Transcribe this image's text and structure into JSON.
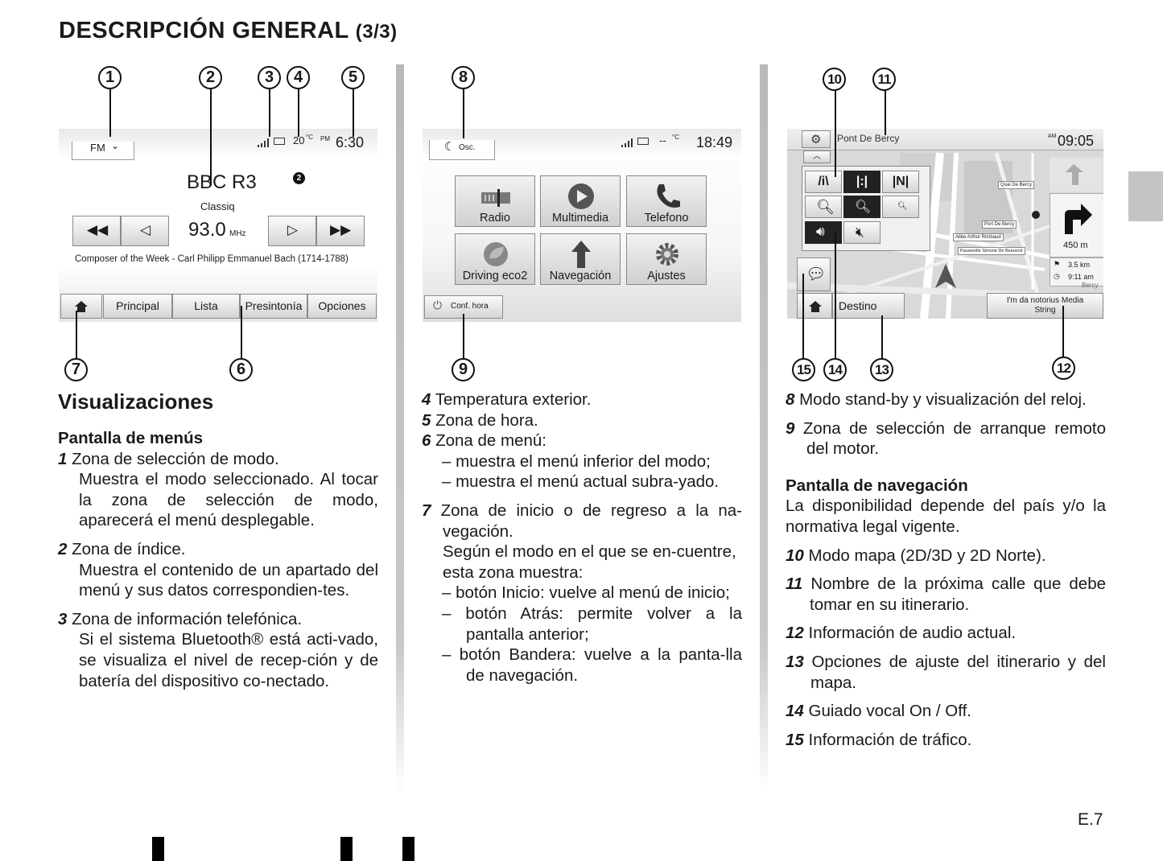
{
  "page": {
    "title": "DESCRIPCIÓN GENERAL",
    "title_part": "(3/3)",
    "page_number": "E.7"
  },
  "callouts": [
    "1",
    "2",
    "3",
    "4",
    "5",
    "6",
    "7",
    "8",
    "9",
    "10",
    "11",
    "12",
    "13",
    "14",
    "15"
  ],
  "screen1": {
    "mode": "FM",
    "temp": "20",
    "temp_unit": "°C",
    "ampm": "PM",
    "time": "6:30",
    "station": "BBC R3",
    "genre": "Classiq",
    "frequency": "93.0",
    "freq_unit": "MHz",
    "badge": "2",
    "radiotext": "Composer of the Week - Carl Philipp Emmanuel Bach (1714-1788)",
    "tabs": [
      "Principal",
      "Lista",
      "Presintonía",
      "Opciones"
    ]
  },
  "screen2": {
    "mode": "Osc.",
    "temp": "--",
    "temp_unit": "°C",
    "time": "18:49",
    "tiles": [
      "Radio",
      "Multimedia",
      "Telefono",
      "Driving eco2",
      "Navegación",
      "Ajustes"
    ],
    "bottom_button": "Conf. hora"
  },
  "screen3": {
    "street": "Pont De Bercy",
    "ampm": "AM",
    "time": "09:05",
    "distance": "450 m",
    "remaining": "3.5 km",
    "eta": "9:11 am",
    "destination_label": "Destino",
    "audio_info": "I'm da notorius Media String",
    "map_labels": [
      "Quai De Bercy",
      "Port De Bercy",
      "Allée Arthur Rimbaud",
      "Passerelle Simone De Beauvoir",
      "Bercy"
    ]
  },
  "col1": {
    "heading": "Visualizaciones",
    "subheading": "Pantalla de menús",
    "i1_num": "1",
    "i1_text": "Zona de selección de modo.",
    "i1_desc": "Muestra el modo seleccionado. Al tocar la zona de selección de modo, aparecerá el menú desplegable.",
    "i2_num": "2",
    "i2_text": "Zona de índice.",
    "i2_desc": "Muestra el contenido de un apartado del menú y sus datos correspondien-tes.",
    "i3_num": "3",
    "i3_text": "Zona de información telefónica.",
    "i3_desc": "Si el sistema Bluetooth® está acti-vado, se visualiza el nivel de recep-ción y de batería del dispositivo co-nectado."
  },
  "col2": {
    "i4_num": "4",
    "i4_text": "Temperatura exterior.",
    "i5_num": "5",
    "i5_text": "Zona de hora.",
    "i6_num": "6",
    "i6_text": "Zona de menú:",
    "i6_b1": "–  muestra el menú inferior del modo;",
    "i6_b2": "–  muestra el menú actual subra-yado.",
    "i7_num": "7",
    "i7_text": "Zona de inicio o de regreso a la na-vegación.",
    "i7_desc": "Según el modo en el que se en-cuentre, esta zona muestra:",
    "i7_b1": "–  botón Inicio: vuelve al menú de inicio;",
    "i7_b2": "–  botón Atrás: permite volver a la pantalla anterior;",
    "i7_b3": "–  botón Bandera: vuelve a la panta-lla de navegación."
  },
  "col3": {
    "i8_num": "8",
    "i8_text": "Modo stand-by y visualización del reloj.",
    "i9_num": "9",
    "i9_text": "Zona de selección de arranque remoto del motor.",
    "subheading": "Pantalla de navegación",
    "intro": "La disponibilidad depende del país y/o la normativa legal vigente.",
    "i10_num": "10",
    "i10_text": "Modo mapa (2D/3D y 2D Norte).",
    "i11_num": "11",
    "i11_text": "Nombre de la próxima calle que debe tomar en su itinerario.",
    "i12_num": "12",
    "i12_text": "Información de audio actual.",
    "i13_num": "13",
    "i13_text": "Opciones de ajuste del itinerario y del mapa.",
    "i14_num": "14",
    "i14_text": "Guiado vocal On / Off.",
    "i15_num": "15",
    "i15_text": "Información de tráfico."
  }
}
